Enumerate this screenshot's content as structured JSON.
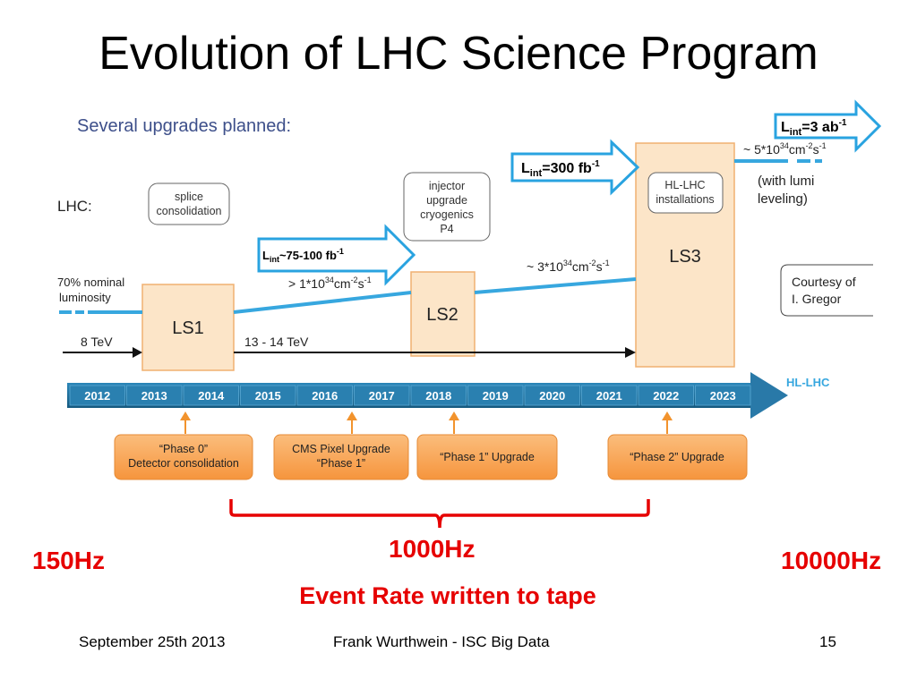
{
  "slide": {
    "title": "Evolution of LHC Science Program",
    "footer_left": "September 25th 2013",
    "footer_center": "Frank Wurthwein - ISC Big Data",
    "footer_right": "15"
  },
  "diagram": {
    "subtitle": "Several upgrades planned:",
    "lhc_label": "LHC:",
    "nominal_lum_line1": "70% nominal",
    "nominal_lum_line2": "luminosity",
    "energy_8": "8 TeV",
    "energy_13": "13 - 14 TeV",
    "lum_gt1": "> 1*10",
    "lum_gt1_exp": "34",
    "lum_gt1_unit": "cm",
    "lum_gt1_unit_exp": "-2",
    "lum_gt1_s": "s",
    "lum_gt1_s_exp": "-1",
    "lum_3": "~ 3*10",
    "lum_3_exp": "34",
    "lum_3_unit": "cm",
    "lum_3_unit_exp": "-2",
    "lum_3_s": "s",
    "lum_3_s_exp": "-1",
    "lum_5": "~ 5*10",
    "lum_5_exp": "34",
    "lum_5_unit": "cm",
    "lum_5_unit_exp": "-2",
    "lum_5_s": "s",
    "lum_5_s_exp": "-1",
    "lumi_level_1": "(with lumi",
    "lumi_level_2": "leveling)",
    "courtesy_1": "Courtesy of",
    "courtesy_2": "I. Gregor",
    "hl_lhc": "HL-LHC",
    "shutdowns": [
      "LS1",
      "LS2",
      "LS3"
    ],
    "notes": {
      "splice_1": "splice",
      "splice_2": "consolidation",
      "injector_1": "injector",
      "injector_2": "upgrade",
      "injector_3": "cryogenics",
      "injector_4": "P4",
      "hl_install_1": "HL-LHC",
      "hl_install_2": "installations"
    },
    "lint_arrows": [
      {
        "prefix": "L",
        "sub": "int",
        "value": "~75-100 fb",
        "exp": "-1"
      },
      {
        "prefix": "L",
        "sub": "int",
        "value": "=300 fb",
        "exp": "-1"
      },
      {
        "prefix": "L",
        "sub": "int",
        "value": "=3 ab",
        "exp": "-1"
      }
    ],
    "years": [
      "2012",
      "2013",
      "2014",
      "2015",
      "2016",
      "2017",
      "2018",
      "2019",
      "2020",
      "2021",
      "2022",
      "2023"
    ],
    "phases": [
      {
        "line1": "“Phase 0”",
        "line2": "Detector consolidation"
      },
      {
        "line1": "CMS Pixel Upgrade",
        "line2": "“Phase 1”"
      },
      {
        "line1": "“Phase 1” Upgrade",
        "line2": ""
      },
      {
        "line1": "“Phase 2” Upgrade",
        "line2": ""
      }
    ]
  },
  "rates": {
    "left": "150Hz",
    "middle": "1000Hz",
    "right": "10000Hz",
    "caption": "Event Rate written to tape"
  },
  "colors": {
    "ls_fill": "#fce5c8",
    "ls_stroke": "#f0b070",
    "year_bar": "#1e6d97",
    "lumi_line": "#37a7df",
    "phase_fill": "#f9a95a",
    "red": "#e60000",
    "subtitle": "#3d4f8a"
  }
}
